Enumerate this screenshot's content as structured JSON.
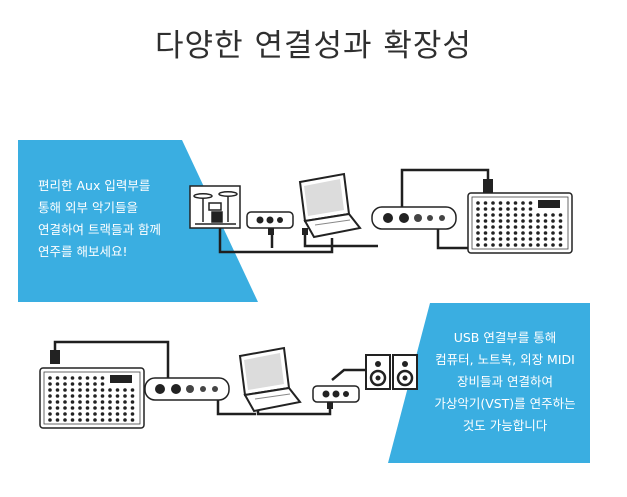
{
  "page_title": "다양한 연결성과 확장성",
  "colors": {
    "accent": "#3aaee1",
    "line": "#1f1f1f"
  },
  "icons": [
    "drum-kit-icon",
    "audio-interface-icon",
    "laptop-icon",
    "keyboard-controller-icon",
    "monitor-speaker-icon"
  ],
  "callouts": {
    "top": {
      "lines": [
        "편리한 Aux 입력부를",
        "통해 외부 악기들을",
        "연결하여  트랙들과 함께",
        "연주를 해보세요!"
      ]
    },
    "bottom": {
      "lines": [
        "USB 연결부를 통해",
        "컴퓨터, 노트북, 외장 MIDI",
        "장비들과 연결하여",
        "가상악기(VST)를 연주하는",
        "것도 가능합니다"
      ]
    }
  }
}
